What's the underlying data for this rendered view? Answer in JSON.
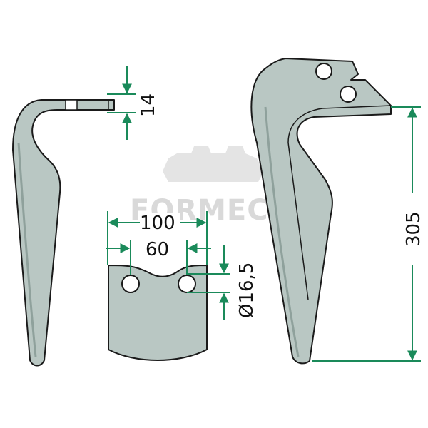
{
  "drawing": {
    "dimensions": {
      "thickness": "14",
      "width": "100",
      "hole_spacing": "60",
      "hole_diameter": "Ø16,5",
      "length": "305"
    },
    "watermark": "FORMECH"
  },
  "colors": {
    "blade_fill": "#b9c7c3",
    "blade_outline": "#1a1a1a",
    "dimension_line": "#1a8a5a",
    "watermark": "#d9d9d9"
  }
}
